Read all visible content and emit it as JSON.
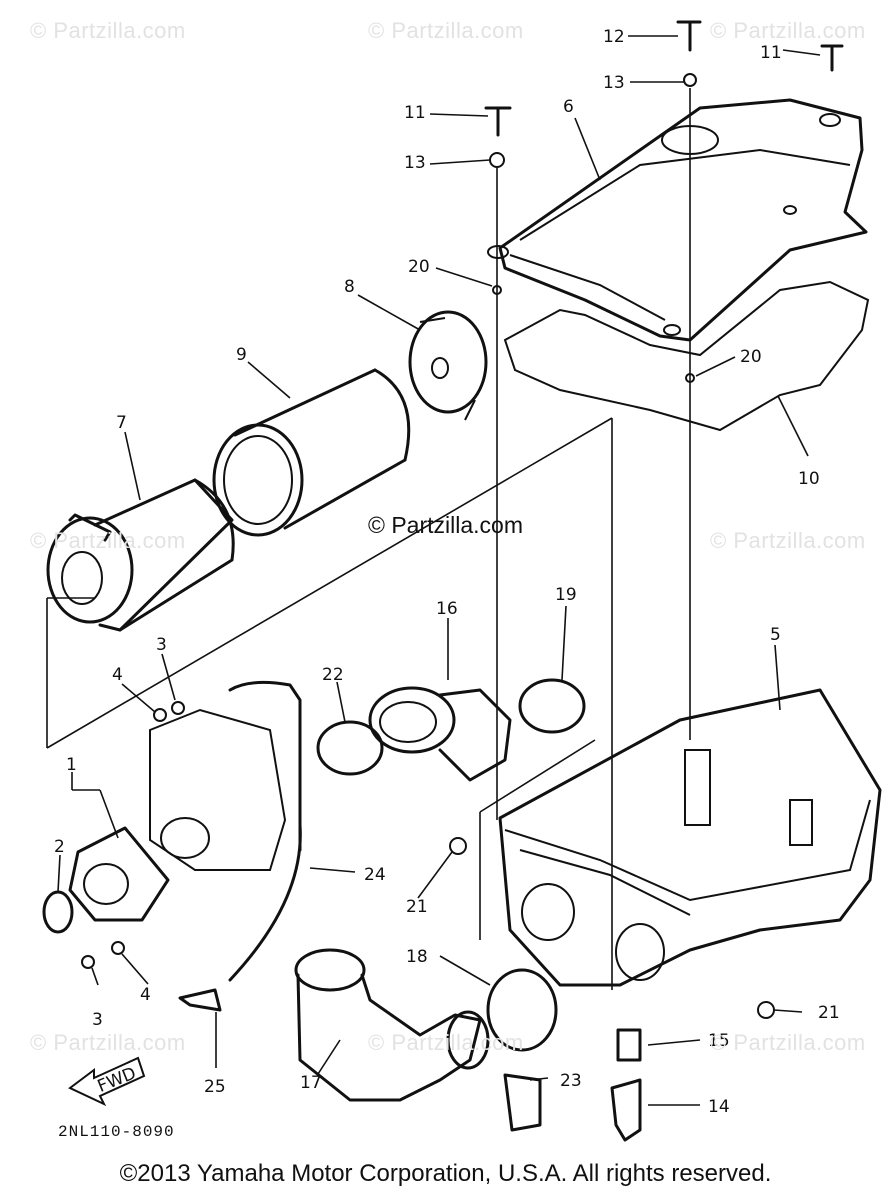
{
  "watermark_text": "© Partzilla.com",
  "diagram_code": "2NL110-8090",
  "copyright": "©2013 Yamaha Motor Corporation, U.S.A. All rights reserved.",
  "fwd_label": "FWD",
  "callouts": {
    "p1": "1",
    "p2": "2",
    "p3a": "3",
    "p3b": "3",
    "p4a": "4",
    "p4b": "4",
    "p5": "5",
    "p6": "6",
    "p7": "7",
    "p8": "8",
    "p9": "9",
    "p10": "10",
    "p11a": "11",
    "p11b": "11",
    "p12": "12",
    "p13a": "13",
    "p13b": "13",
    "p14": "14",
    "p15": "15",
    "p16": "16",
    "p17": "17",
    "p18": "18",
    "p19": "19",
    "p20a": "20",
    "p20b": "20",
    "p21a": "21",
    "p21b": "21",
    "p22": "22",
    "p23": "23",
    "p24": "24",
    "p25": "25"
  }
}
